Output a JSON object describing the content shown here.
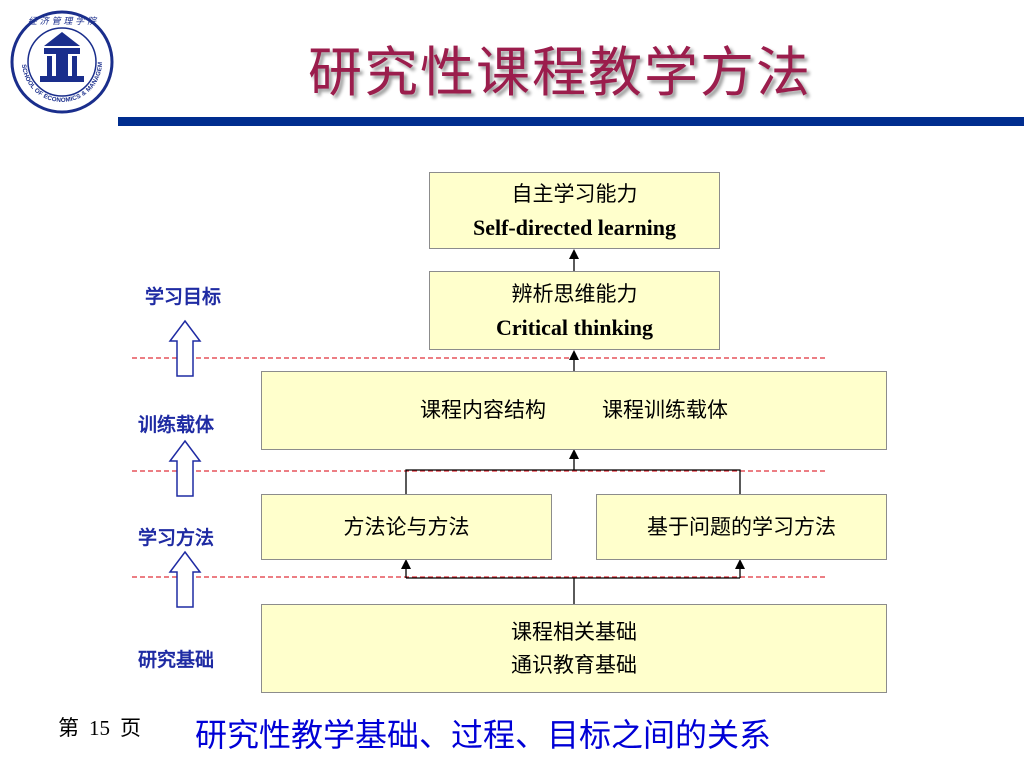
{
  "header": {
    "title": "研究性课程教学方法",
    "logo": {
      "name": "school-of-economics-management-xjtu-seal",
      "top_text": "经 济 管 理 学 院",
      "ring_text": "SCHOOL OF ECONOMICS & MANAGEMENT,XJTU"
    }
  },
  "levels": [
    {
      "label": "学习目标"
    },
    {
      "label": "训练载体"
    },
    {
      "label": "学习方法"
    },
    {
      "label": "研究基础"
    }
  ],
  "boxes": {
    "self_directed": {
      "zh": "自主学习能力",
      "en": "Self-directed learning"
    },
    "critical": {
      "zh": "辨析思维能力",
      "en": "Critical thinking"
    },
    "carrier": {
      "left": "课程内容结构",
      "right": "课程训练载体"
    },
    "methodology": {
      "text": "方法论与方法"
    },
    "pbl": {
      "text": "基于问题的学习方法"
    },
    "foundation": {
      "line1": "课程相关基础",
      "line2": "通识教育基础"
    }
  },
  "footer": {
    "page_prefix": "第",
    "page_number": "15",
    "page_suffix": "页",
    "caption": "研究性教学基础、过程、目标之间的关系"
  },
  "colors": {
    "title": "#9b1d4c",
    "rule": "#002d8f",
    "box_fill": "#ffffcc",
    "level_label": "#1f2ba3",
    "divider": "#e0303a",
    "caption": "#0000d6"
  }
}
